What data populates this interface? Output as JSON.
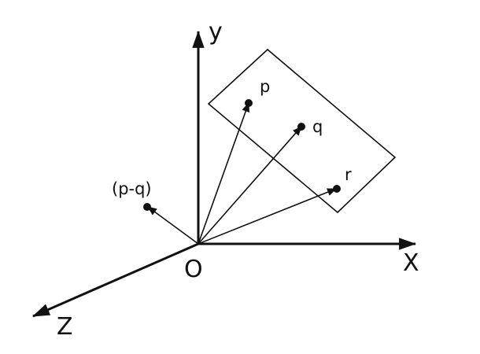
{
  "diagram": {
    "axes": {
      "y_label": "y",
      "x_label": "X",
      "z_label": "Z",
      "origin_label": "O"
    },
    "points": {
      "p_label": "p",
      "q_label": "q",
      "r_label": "r",
      "diff_label": "(p-q)"
    },
    "colors": {
      "ink": "#111111",
      "background": "#ffffff"
    }
  }
}
